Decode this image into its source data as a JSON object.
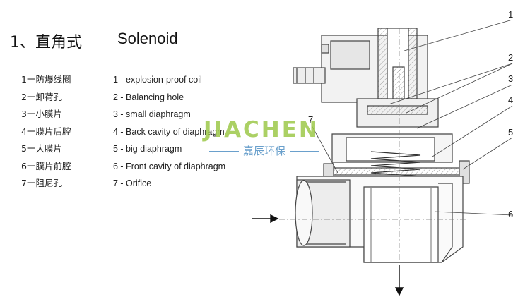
{
  "title": {
    "index": "1、直角式",
    "english": "Solenoid"
  },
  "legend_cn": [
    "1一防爆线圈",
    "2一卸荷孔",
    "3一小膜片",
    "4一膜片后腔",
    "5一大膜片",
    "6一膜片前腔",
    "7一阻尼孔"
  ],
  "legend_en": [
    "1 - explosion-proof coil",
    "2 - Balancing hole",
    "3 - small diaphragm",
    "4 - Back cavity of diaphragm",
    "5 - big diaphragm",
    "6 - Front cavity of diaphragm",
    "7 - Orifice"
  ],
  "callouts": [
    "1",
    "2",
    "3",
    "4",
    "5",
    "7",
    "6"
  ],
  "watermark": {
    "brand": "JIACHEN",
    "subtitle": "嘉辰环保",
    "color": "#9dc84a"
  }
}
